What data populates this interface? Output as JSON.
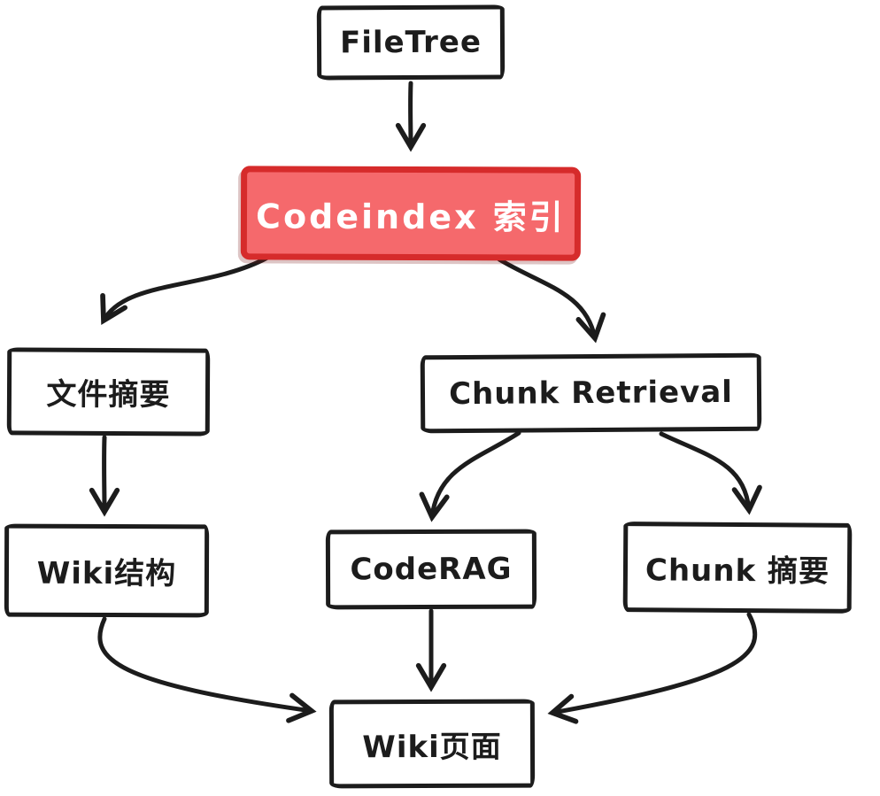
{
  "diagram": {
    "type": "flowchart",
    "style": "hand-drawn",
    "background_color": "#ffffff",
    "stroke_color": "#1c1c1c",
    "highlight_fill_color": "#f5696c",
    "highlight_border_color": "#d62b2b",
    "highlight_text_color": "#ffffff",
    "nodes": [
      {
        "id": "filetree",
        "label": "FileTree",
        "role": "source"
      },
      {
        "id": "codeindex",
        "label": "Codeindex 索引",
        "role": "highlighted-process"
      },
      {
        "id": "file-summary",
        "label": "文件摘要",
        "role": "process"
      },
      {
        "id": "chunk-retrieval",
        "label": "Chunk Retrieval",
        "role": "process"
      },
      {
        "id": "wiki-structure",
        "label": "Wiki结构",
        "role": "process"
      },
      {
        "id": "coderag",
        "label": "CodeRAG",
        "role": "process"
      },
      {
        "id": "chunk-summary",
        "label": "Chunk 摘要",
        "role": "process"
      },
      {
        "id": "wiki-page",
        "label": "Wiki页面",
        "role": "sink"
      }
    ],
    "edges": [
      {
        "from": "filetree",
        "to": "codeindex"
      },
      {
        "from": "codeindex",
        "to": "file-summary"
      },
      {
        "from": "codeindex",
        "to": "chunk-retrieval"
      },
      {
        "from": "file-summary",
        "to": "wiki-structure"
      },
      {
        "from": "chunk-retrieval",
        "to": "coderag"
      },
      {
        "from": "chunk-retrieval",
        "to": "chunk-summary"
      },
      {
        "from": "wiki-structure",
        "to": "wiki-page"
      },
      {
        "from": "coderag",
        "to": "wiki-page"
      },
      {
        "from": "chunk-summary",
        "to": "wiki-page"
      }
    ]
  }
}
